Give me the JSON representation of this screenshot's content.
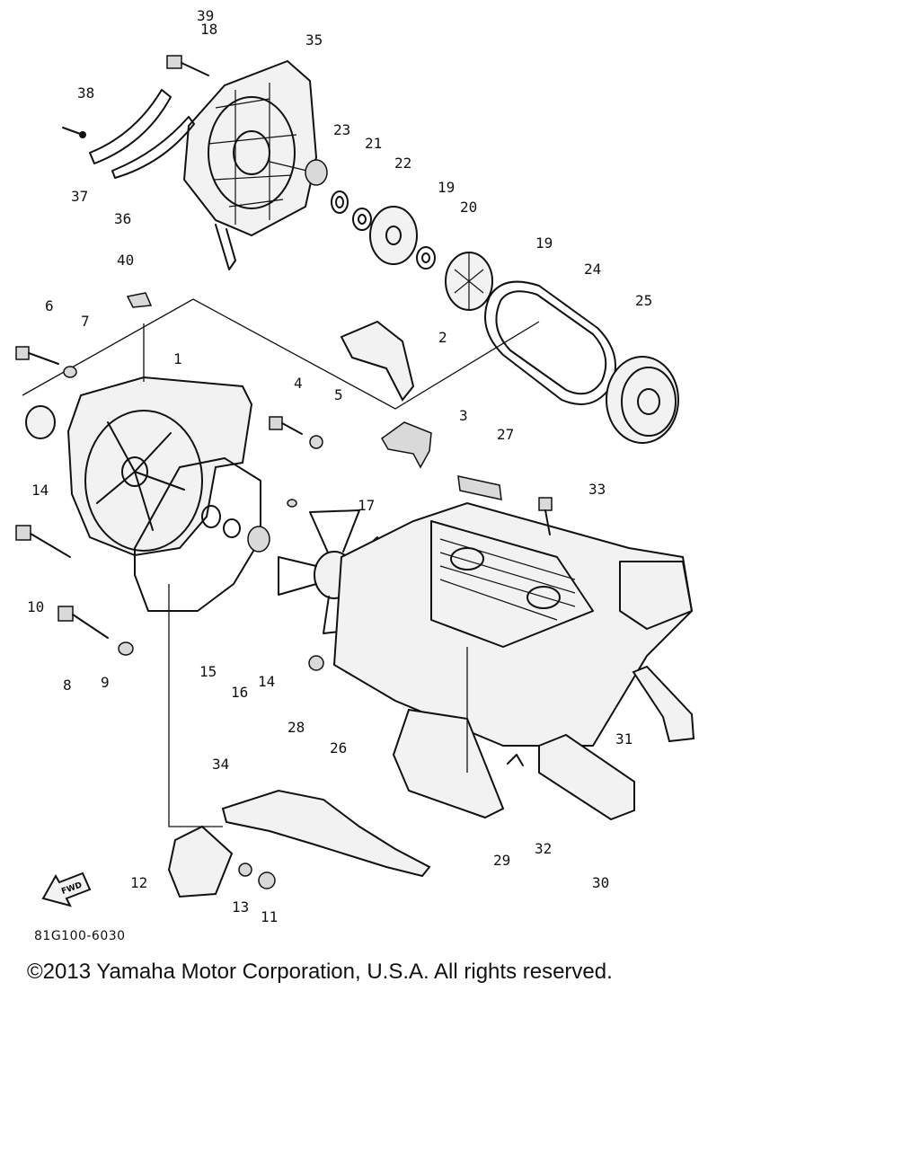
{
  "diagram": {
    "callouts": [
      "1",
      "2",
      "3",
      "4",
      "5",
      "6",
      "7",
      "8",
      "9",
      "10",
      "11",
      "12",
      "13",
      "14",
      "14",
      "15",
      "16",
      "17",
      "18",
      "19",
      "19",
      "20",
      "21",
      "22",
      "23",
      "24",
      "25",
      "26",
      "27",
      "28",
      "29",
      "30",
      "31",
      "32",
      "33",
      "34",
      "35",
      "36",
      "37",
      "38",
      "39",
      "40"
    ],
    "fwd_arrow_text": "FWD",
    "drawing_code": "81G100-6030"
  },
  "footer": {
    "copyright": "©2013 Yamaha Motor Corporation, U.S.A. All rights reserved."
  }
}
